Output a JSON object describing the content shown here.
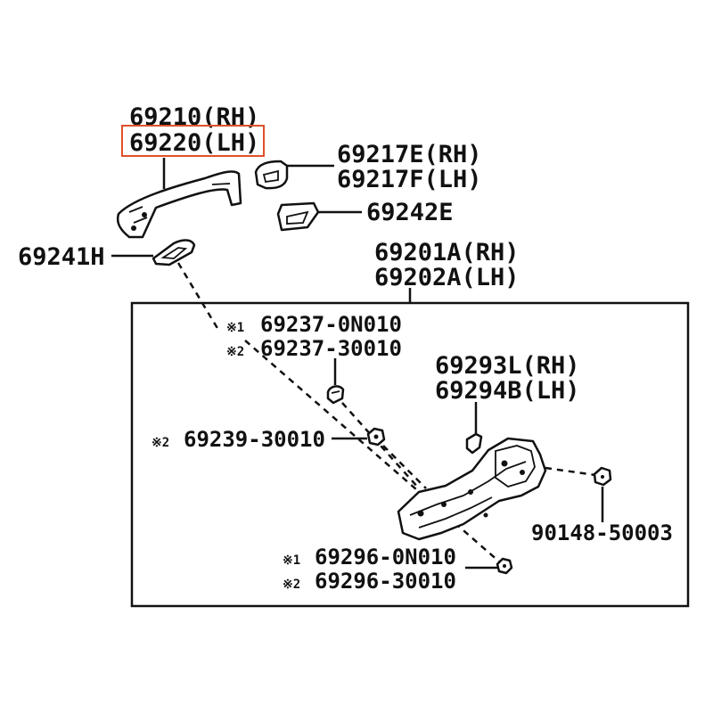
{
  "highlight_color": "#e0502a",
  "parts": {
    "handle_rh": "69210(RH)",
    "handle_lh": "69220(LH)",
    "cover_rh": "69217E(RH)",
    "cover_lh": "69217F(LH)",
    "pad_rear": "69242E",
    "pad_front": "69241H",
    "frame_rh": "69201A(RH)",
    "frame_lh": "69202A(LH)",
    "screw_a_mark": "※1",
    "screw_a": "69237-0N010",
    "screw_b_mark": "※2",
    "screw_b": "69237-30010",
    "bolt_mark": "※2",
    "bolt": "69239-30010",
    "lever_rh": "69293L(RH)",
    "lever_lh": "69294B(LH)",
    "clip": "90148-50003",
    "nut_a_mark": "※1",
    "nut_a": "69296-0N010",
    "nut_b_mark": "※2",
    "nut_b": "69296-30010"
  }
}
